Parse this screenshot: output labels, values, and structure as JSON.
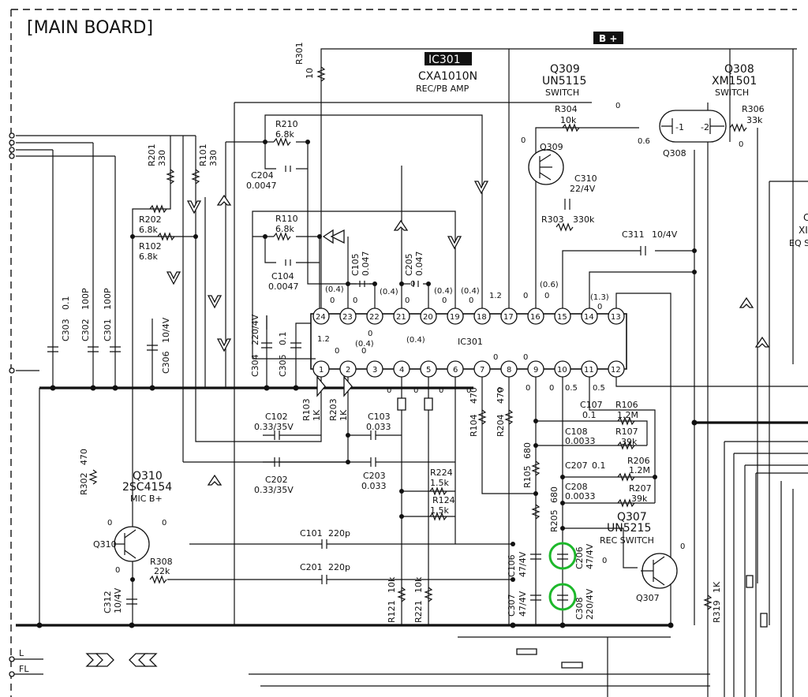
{
  "board_title": "[MAIN BOARD]",
  "bplus": "B +",
  "ic": {
    "ref": "IC301",
    "part": "CXA1010N",
    "desc": "REC/PB AMP",
    "center_label": "IC301",
    "top_pins": [
      "24",
      "23",
      "22",
      "21",
      "20",
      "19",
      "18",
      "17",
      "16",
      "15",
      "14",
      "13"
    ],
    "bottom_pins": [
      "1",
      "2",
      "3",
      "4",
      "5",
      "6",
      "7",
      "8",
      "9",
      "10",
      "11",
      "12"
    ]
  },
  "q309": {
    "ref": "Q309",
    "part": "UN5115",
    "role": "SWITCH",
    "body": "Q309"
  },
  "q308": {
    "ref": "Q308",
    "part": "XM1501",
    "role": "SWITCH",
    "body": "Q308",
    "pin1": "-1",
    "pin2": "-2"
  },
  "q310": {
    "ref": "Q310",
    "part": "2SC4154",
    "role": "MIC B+",
    "body": "Q310"
  },
  "q307": {
    "ref": "Q307",
    "part": "UN5215",
    "role": "REC SWITCH",
    "body": "Q307"
  },
  "right_partial": {
    "l1": "C",
    "l2": "XI",
    "l3": "EQ S"
  },
  "labels": {
    "r301": "R301",
    "r301v": "10",
    "r210": "R210",
    "r210v": "6.8k",
    "c204": "C204",
    "c204v": "0.0047",
    "r201": "R201",
    "r201v": "330",
    "r101": "R101",
    "r101v": "330",
    "r202": "R202",
    "r202v": "6.8k",
    "r102": "R102",
    "r102v": "6.8k",
    "r110": "R110",
    "r110v": "6.8k",
    "c104": "C104",
    "c104v": "0.0047",
    "c105": "C105",
    "c105v": "0.047",
    "c205": "C205",
    "c205v": "0.047",
    "r304": "R304",
    "r304v": "10k",
    "r306": "R306",
    "r306v": "33k",
    "c310": "C310",
    "c310v": "22/4V",
    "r303": "R303",
    "r303v": "330k",
    "c311": "C311",
    "c311v": "10/4V",
    "c303": "C303",
    "c303v": "0.1",
    "c302": "C302",
    "c302v": "100P",
    "c301": "C301",
    "c301v": "100P",
    "c306": "C306",
    "c306v": "10/4V",
    "c304": "C304",
    "c304v": "220/4V",
    "c305": "C305",
    "c305v": "0.1",
    "c102": "C102",
    "c102v": "0.33/35V",
    "c202": "C202",
    "c202v": "0.33/35V",
    "r103": "R103",
    "r103v": "1K",
    "r203": "R203",
    "r203v": "1K",
    "c103": "C103",
    "c103v": "0.033",
    "c203": "C203",
    "c203v": "0.033",
    "r104": "R104",
    "r104v": "470",
    "r204": "R204",
    "r204v": "470",
    "r105": "R105",
    "r105v": "680",
    "r205": "R205",
    "r205v": "680",
    "c107": "C107",
    "c107v": "0.1",
    "r106": "R106",
    "r106v": "1.2M",
    "c108": "C108",
    "c108v": "0.0033",
    "r107": "R107",
    "r107v": "39k",
    "c207": "C207",
    "c207v": "0.1",
    "r206": "R206",
    "r206v": "1.2M",
    "c208": "C208",
    "c208v": "0.0033",
    "r207": "R207",
    "r207v": "39k",
    "r224": "R224",
    "r224v": "1.5k",
    "r124": "R124",
    "r124v": "1.5k",
    "r302": "R302",
    "r302v": "470",
    "r308": "R308",
    "r308v": "22k",
    "c312": "C312",
    "c312v": "10/4V",
    "c101": "C101",
    "c101v": "220p",
    "c201": "C201",
    "c201v": "220p",
    "c106": "C106",
    "c106v": "47/4V",
    "c206": "C206",
    "c206v": "47/4V",
    "c307": "C307",
    "c307v": "47/4V",
    "c308": "C308",
    "c308v": "220/4V",
    "r121": "R121",
    "r121v": "10k",
    "r221": "R221",
    "r221v": "10k",
    "r319": "R319",
    "r319v": "1K",
    "conn_l": "L",
    "conn_fl": "FL"
  },
  "voltages": {
    "top": {
      "p24": "0",
      "p24b": "1.2",
      "p23": "0",
      "p22": "(0.4)",
      "p22b": "0",
      "p22c": "(0.4)",
      "p21": "(0.4)",
      "p21b": "0",
      "p20": "0",
      "p20b": "(0.4)",
      "p19": "(0.4)",
      "p19b": "0",
      "p18": "(0.4)",
      "p18b": "0",
      "p17": "1.2",
      "p16": "0",
      "p15": "(0.6)",
      "p15b": "0",
      "p14": "(1.3)",
      "p13": "0",
      "p23a": "(0.4)"
    },
    "bottom": {
      "p1": "0",
      "p2": "0",
      "p4": "0",
      "p5": "0",
      "p6": "0",
      "p7": "0",
      "p8": "0",
      "p9": "0",
      "p10": "0",
      "p11": "0.5",
      "p12": "0.5",
      "p8b": "0"
    },
    "q": {
      "q309b": "0",
      "q308l": "0.6",
      "q308r": "0",
      "q308t": "0",
      "q310c": "0",
      "q310b": "0",
      "q307b": "0",
      "q307c": "0"
    }
  }
}
